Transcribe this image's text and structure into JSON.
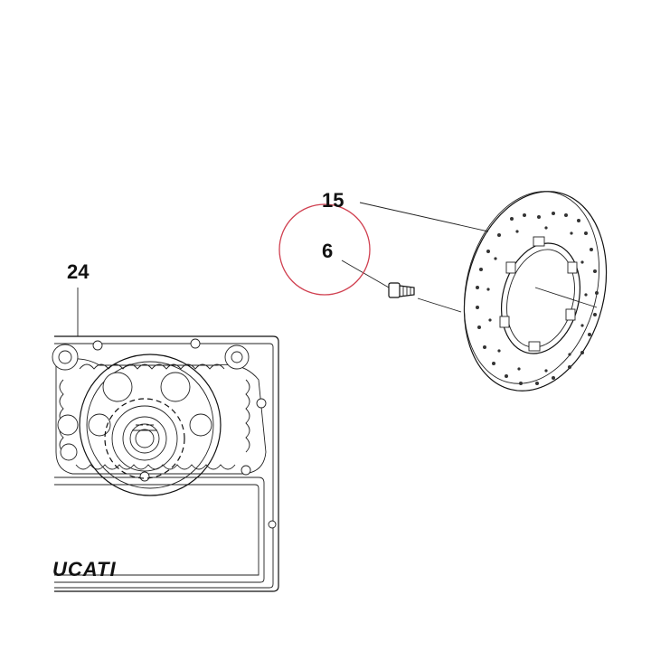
{
  "diagram": {
    "callouts": [
      {
        "id": "part-15",
        "label": "15"
      },
      {
        "id": "part-6",
        "label": "6"
      },
      {
        "id": "part-24",
        "label": "24"
      }
    ],
    "brand_logo_text": "UCATI",
    "highlight_color": "#d04050",
    "line_color": "#111111"
  }
}
